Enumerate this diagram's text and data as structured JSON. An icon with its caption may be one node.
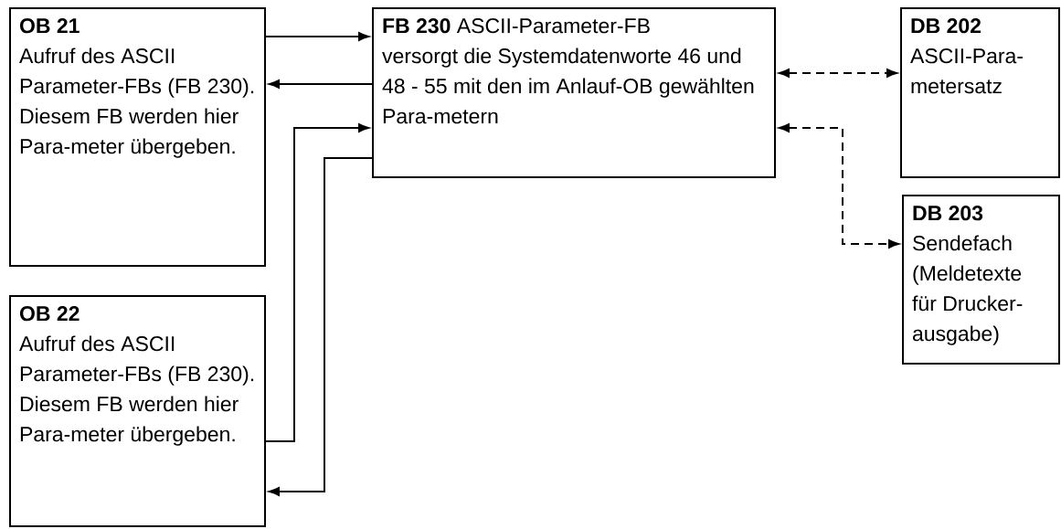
{
  "diagram": {
    "nodes": [
      {
        "text": [
          "OB 21",
          "Aufruf des ASCII Parameter-FBs (FB 230). Diesem FB werden hier Para-meter übergeben."
        ]
      },
      {
        "text": [
          "OB 22",
          "Aufruf des ASCII Parameter-FBs (FB 230). Diesem FB werden hier Para-meter übergeben."
        ]
      },
      {
        "text": [
          "FB 230",
          "ASCII-Parameter-FB",
          "versorgt die Systemdatenworte 46 und 48 - 55 mit den im Anlauf-OB gewählten Para-metern"
        ]
      },
      {
        "text": [
          "DB 202",
          "ASCII-Para-metersatz"
        ]
      },
      {
        "text": [
          "DB 203",
          "Sendefach (Meldetexte für Drucker-ausgabe)"
        ]
      }
    ],
    "edges": [
      {
        "from": 0,
        "to": 2,
        "arrow": "to"
      },
      {
        "from": 2,
        "to": 0,
        "arrow": "to"
      },
      {
        "from": 1,
        "to": 2,
        "arrow": "to"
      },
      {
        "from": 2,
        "to": 1,
        "arrow": "to"
      },
      {
        "from": 2,
        "to": 3,
        "arrow": "both",
        "style": "dashed"
      },
      {
        "from": 2,
        "to": 4,
        "arrow": "both",
        "style": "dashed"
      }
    ]
  }
}
